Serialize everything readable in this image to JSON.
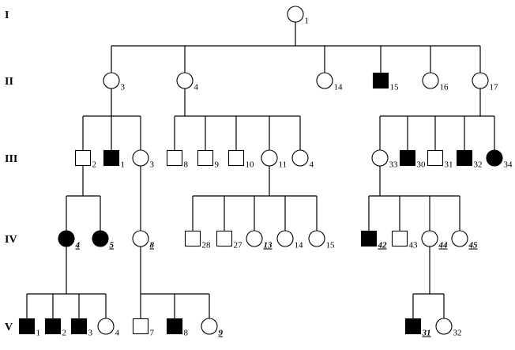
{
  "generations": [
    "I",
    "II",
    "III",
    "IV",
    "V"
  ],
  "individuals": [
    {
      "id": "I-1",
      "sex": "female",
      "affected": false,
      "label": "1",
      "proband": false
    },
    {
      "id": "II-3",
      "sex": "female",
      "affected": false,
      "label": "3",
      "proband": false
    },
    {
      "id": "II-4",
      "sex": "female",
      "affected": false,
      "label": "4",
      "proband": false
    },
    {
      "id": "II-14",
      "sex": "female",
      "affected": false,
      "label": "14",
      "proband": false
    },
    {
      "id": "II-15",
      "sex": "male",
      "affected": true,
      "label": "15",
      "proband": false
    },
    {
      "id": "II-16",
      "sex": "female",
      "affected": false,
      "label": "16",
      "proband": false
    },
    {
      "id": "II-17",
      "sex": "female",
      "affected": false,
      "label": "17",
      "proband": false
    },
    {
      "id": "III-2",
      "sex": "male",
      "affected": false,
      "label": "2",
      "proband": false
    },
    {
      "id": "III-1",
      "sex": "male",
      "affected": true,
      "label": "1",
      "proband": false
    },
    {
      "id": "III-3",
      "sex": "female",
      "affected": false,
      "label": "3",
      "proband": false
    },
    {
      "id": "III-8",
      "sex": "male",
      "affected": false,
      "label": "8",
      "proband": false
    },
    {
      "id": "III-9",
      "sex": "male",
      "affected": false,
      "label": "9",
      "proband": false
    },
    {
      "id": "III-10",
      "sex": "male",
      "affected": false,
      "label": "10",
      "proband": false
    },
    {
      "id": "III-11",
      "sex": "female",
      "affected": false,
      "label": "11",
      "proband": false
    },
    {
      "id": "III-4",
      "sex": "female",
      "affected": false,
      "label": "4",
      "proband": false
    },
    {
      "id": "III-33",
      "sex": "female",
      "affected": false,
      "label": "33",
      "proband": false
    },
    {
      "id": "III-30",
      "sex": "male",
      "affected": true,
      "label": "30",
      "proband": false
    },
    {
      "id": "III-31",
      "sex": "male",
      "affected": false,
      "label": "31",
      "proband": false
    },
    {
      "id": "III-32",
      "sex": "male",
      "affected": true,
      "label": "32",
      "proband": false
    },
    {
      "id": "III-34",
      "sex": "female",
      "affected": true,
      "label": "34",
      "proband": false
    },
    {
      "id": "IV-4",
      "sex": "female",
      "affected": true,
      "label": "4",
      "proband": true
    },
    {
      "id": "IV-5",
      "sex": "female",
      "affected": true,
      "label": "5",
      "proband": true
    },
    {
      "id": "IV-8",
      "sex": "female",
      "affected": false,
      "label": "8",
      "proband": true
    },
    {
      "id": "IV-28",
      "sex": "male",
      "affected": false,
      "label": "28",
      "proband": false
    },
    {
      "id": "IV-27",
      "sex": "male",
      "affected": false,
      "label": "27",
      "proband": false
    },
    {
      "id": "IV-13",
      "sex": "female",
      "affected": false,
      "label": "13",
      "proband": true
    },
    {
      "id": "IV-14",
      "sex": "female",
      "affected": false,
      "label": "14",
      "proband": false
    },
    {
      "id": "IV-15",
      "sex": "female",
      "affected": false,
      "label": "15",
      "proband": false
    },
    {
      "id": "IV-42",
      "sex": "male",
      "affected": true,
      "label": "42",
      "proband": true
    },
    {
      "id": "IV-43",
      "sex": "male",
      "affected": false,
      "label": "43",
      "proband": false
    },
    {
      "id": "IV-44",
      "sex": "female",
      "affected": false,
      "label": "44",
      "proband": true
    },
    {
      "id": "IV-45",
      "sex": "female",
      "affected": false,
      "label": "45",
      "proband": true
    },
    {
      "id": "V-1",
      "sex": "male",
      "affected": true,
      "label": "1",
      "proband": false
    },
    {
      "id": "V-2",
      "sex": "male",
      "affected": true,
      "label": "2",
      "proband": false
    },
    {
      "id": "V-3",
      "sex": "male",
      "affected": true,
      "label": "3",
      "proband": false
    },
    {
      "id": "V-4",
      "sex": "female",
      "affected": false,
      "label": "4",
      "proband": false
    },
    {
      "id": "V-7",
      "sex": "male",
      "affected": false,
      "label": "7",
      "proband": false
    },
    {
      "id": "V-8",
      "sex": "male",
      "affected": true,
      "label": "8",
      "proband": false
    },
    {
      "id": "V-9",
      "sex": "female",
      "affected": false,
      "label": "9",
      "proband": true
    },
    {
      "id": "V-31",
      "sex": "male",
      "affected": true,
      "label": "31",
      "proband": true
    },
    {
      "id": "V-32",
      "sex": "female",
      "affected": false,
      "label": "32",
      "proband": false
    }
  ],
  "families": [
    {
      "parent": "I-1",
      "children": [
        "II-3",
        "II-4",
        "II-14",
        "II-15",
        "II-16",
        "II-17"
      ]
    },
    {
      "parent": "II-3",
      "children": [
        "III-2",
        "III-1",
        "III-3"
      ]
    },
    {
      "parent": "II-4",
      "children": [
        "III-8",
        "III-9",
        "III-10",
        "III-11",
        "III-4"
      ]
    },
    {
      "parent": "II-17",
      "children": [
        "III-33",
        "III-30",
        "III-31",
        "III-32",
        "III-34"
      ]
    },
    {
      "parent": "III-2",
      "children": [
        "IV-4",
        "IV-5"
      ]
    },
    {
      "parent": "III-3",
      "children": [
        "IV-8"
      ]
    },
    {
      "parent": "III-11",
      "children": [
        "IV-28",
        "IV-27",
        "IV-13",
        "IV-14",
        "IV-15"
      ]
    },
    {
      "parent": "III-33",
      "children": [
        "IV-42",
        "IV-43",
        "IV-44",
        "IV-45"
      ]
    },
    {
      "parent": "IV-4",
      "children": [
        "V-1",
        "V-2",
        "V-3",
        "V-4"
      ]
    },
    {
      "parent": "IV-8",
      "children": [
        "V-7",
        "V-8",
        "V-9"
      ]
    },
    {
      "parent": "IV-44",
      "children": [
        "V-31",
        "V-32"
      ]
    }
  ],
  "colors": {
    "affected": "#000000",
    "unaffected": "#ffffff",
    "line": "#000000"
  }
}
